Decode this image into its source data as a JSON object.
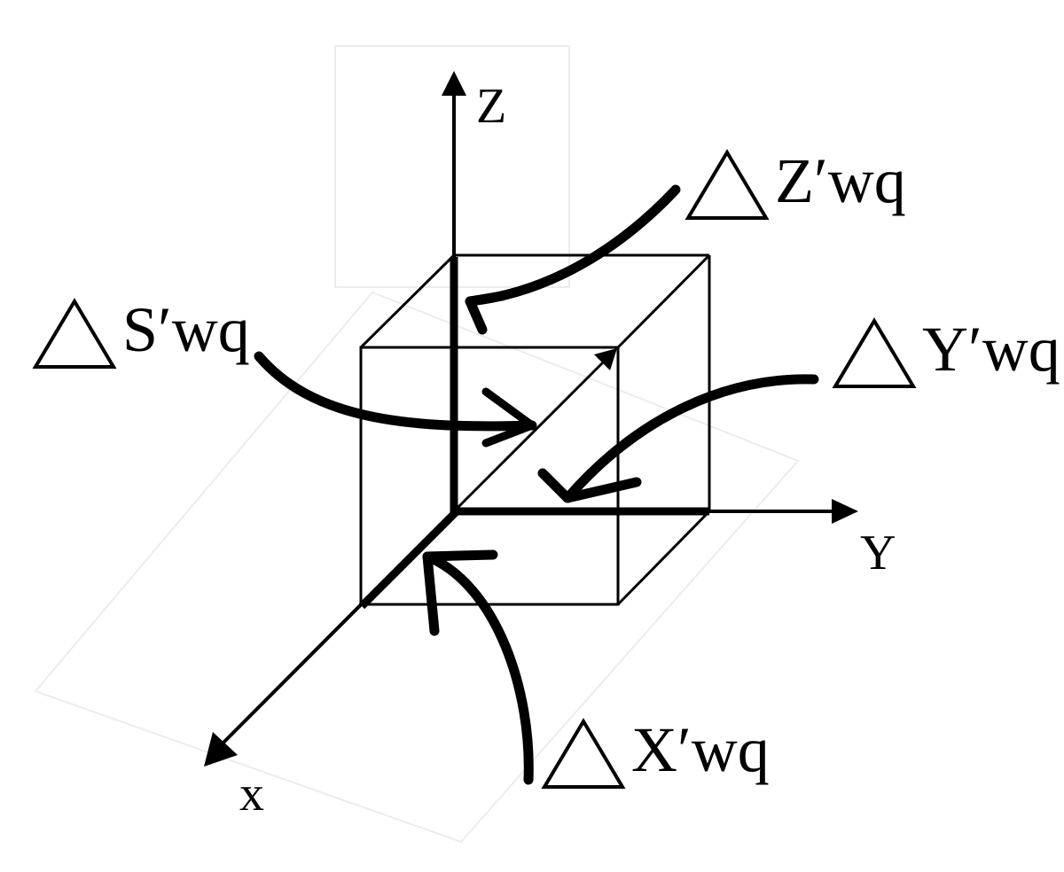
{
  "axes": {
    "z": "Z",
    "y": "Y",
    "x": "x"
  },
  "labels": {
    "z_error": {
      "symbol": "Z",
      "prime": "′",
      "sub": "wq"
    },
    "s_error": {
      "symbol": "S",
      "prime": "′",
      "sub": "wq"
    },
    "y_error": {
      "symbol": "Y",
      "prime": "′",
      "sub": "wq"
    },
    "x_error": {
      "symbol": "X",
      "prime": "′",
      "sub": "wq"
    }
  },
  "colors": {
    "ink": "#000000",
    "faint": "#e6e6e6"
  }
}
